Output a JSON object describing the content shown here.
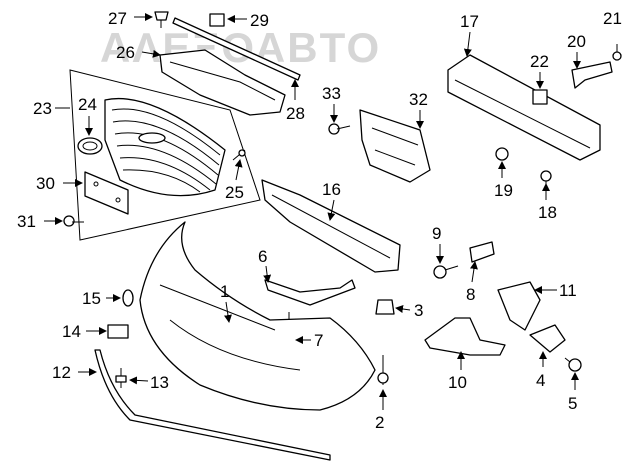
{
  "watermark": "ΑΛΕΞΟΑΒΤΟ",
  "callouts": [
    {
      "id": "c1",
      "label": "1"
    },
    {
      "id": "c2",
      "label": "2"
    },
    {
      "id": "c3",
      "label": "3"
    },
    {
      "id": "c4",
      "label": "4"
    },
    {
      "id": "c5",
      "label": "5"
    },
    {
      "id": "c6",
      "label": "6"
    },
    {
      "id": "c7",
      "label": "7"
    },
    {
      "id": "c8",
      "label": "8"
    },
    {
      "id": "c9",
      "label": "9"
    },
    {
      "id": "c10",
      "label": "10"
    },
    {
      "id": "c11",
      "label": "11"
    },
    {
      "id": "c12",
      "label": "12"
    },
    {
      "id": "c13",
      "label": "13"
    },
    {
      "id": "c14",
      "label": "14"
    },
    {
      "id": "c15",
      "label": "15"
    },
    {
      "id": "c16",
      "label": "16"
    },
    {
      "id": "c17",
      "label": "17"
    },
    {
      "id": "c18",
      "label": "18"
    },
    {
      "id": "c19",
      "label": "19"
    },
    {
      "id": "c20",
      "label": "20"
    },
    {
      "id": "c21",
      "label": "21"
    },
    {
      "id": "c22",
      "label": "22"
    },
    {
      "id": "c23",
      "label": "23"
    },
    {
      "id": "c24",
      "label": "24"
    },
    {
      "id": "c25",
      "label": "25"
    },
    {
      "id": "c26",
      "label": "26"
    },
    {
      "id": "c27",
      "label": "27"
    },
    {
      "id": "c28",
      "label": "28"
    },
    {
      "id": "c29",
      "label": "29"
    },
    {
      "id": "c30",
      "label": "30"
    },
    {
      "id": "c31",
      "label": "31"
    },
    {
      "id": "c32",
      "label": "32"
    },
    {
      "id": "c33",
      "label": "33"
    }
  ]
}
